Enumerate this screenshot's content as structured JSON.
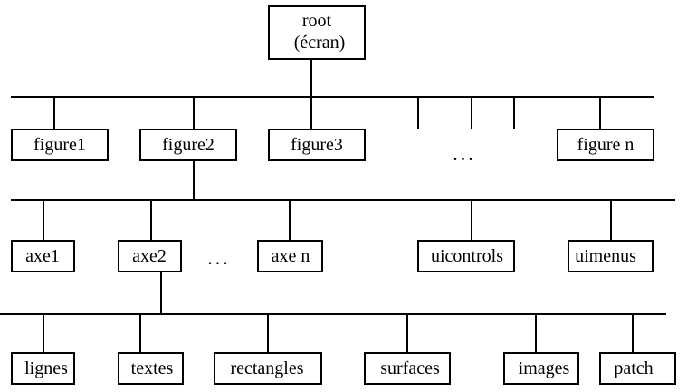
{
  "diagram": {
    "root": {
      "line1": "root",
      "line2": "(écran)"
    },
    "figures": [
      "figure1",
      "figure2",
      "figure3",
      "figure n"
    ],
    "figure_ellipsis": "...",
    "figure2_children": [
      "axe1",
      "axe2",
      "axe n",
      "uicontrols",
      "uimenus"
    ],
    "axes_ellipsis": "...",
    "axe2_children": [
      "lignes",
      "textes",
      "rectangles",
      "surfaces",
      "images",
      "patch"
    ]
  }
}
